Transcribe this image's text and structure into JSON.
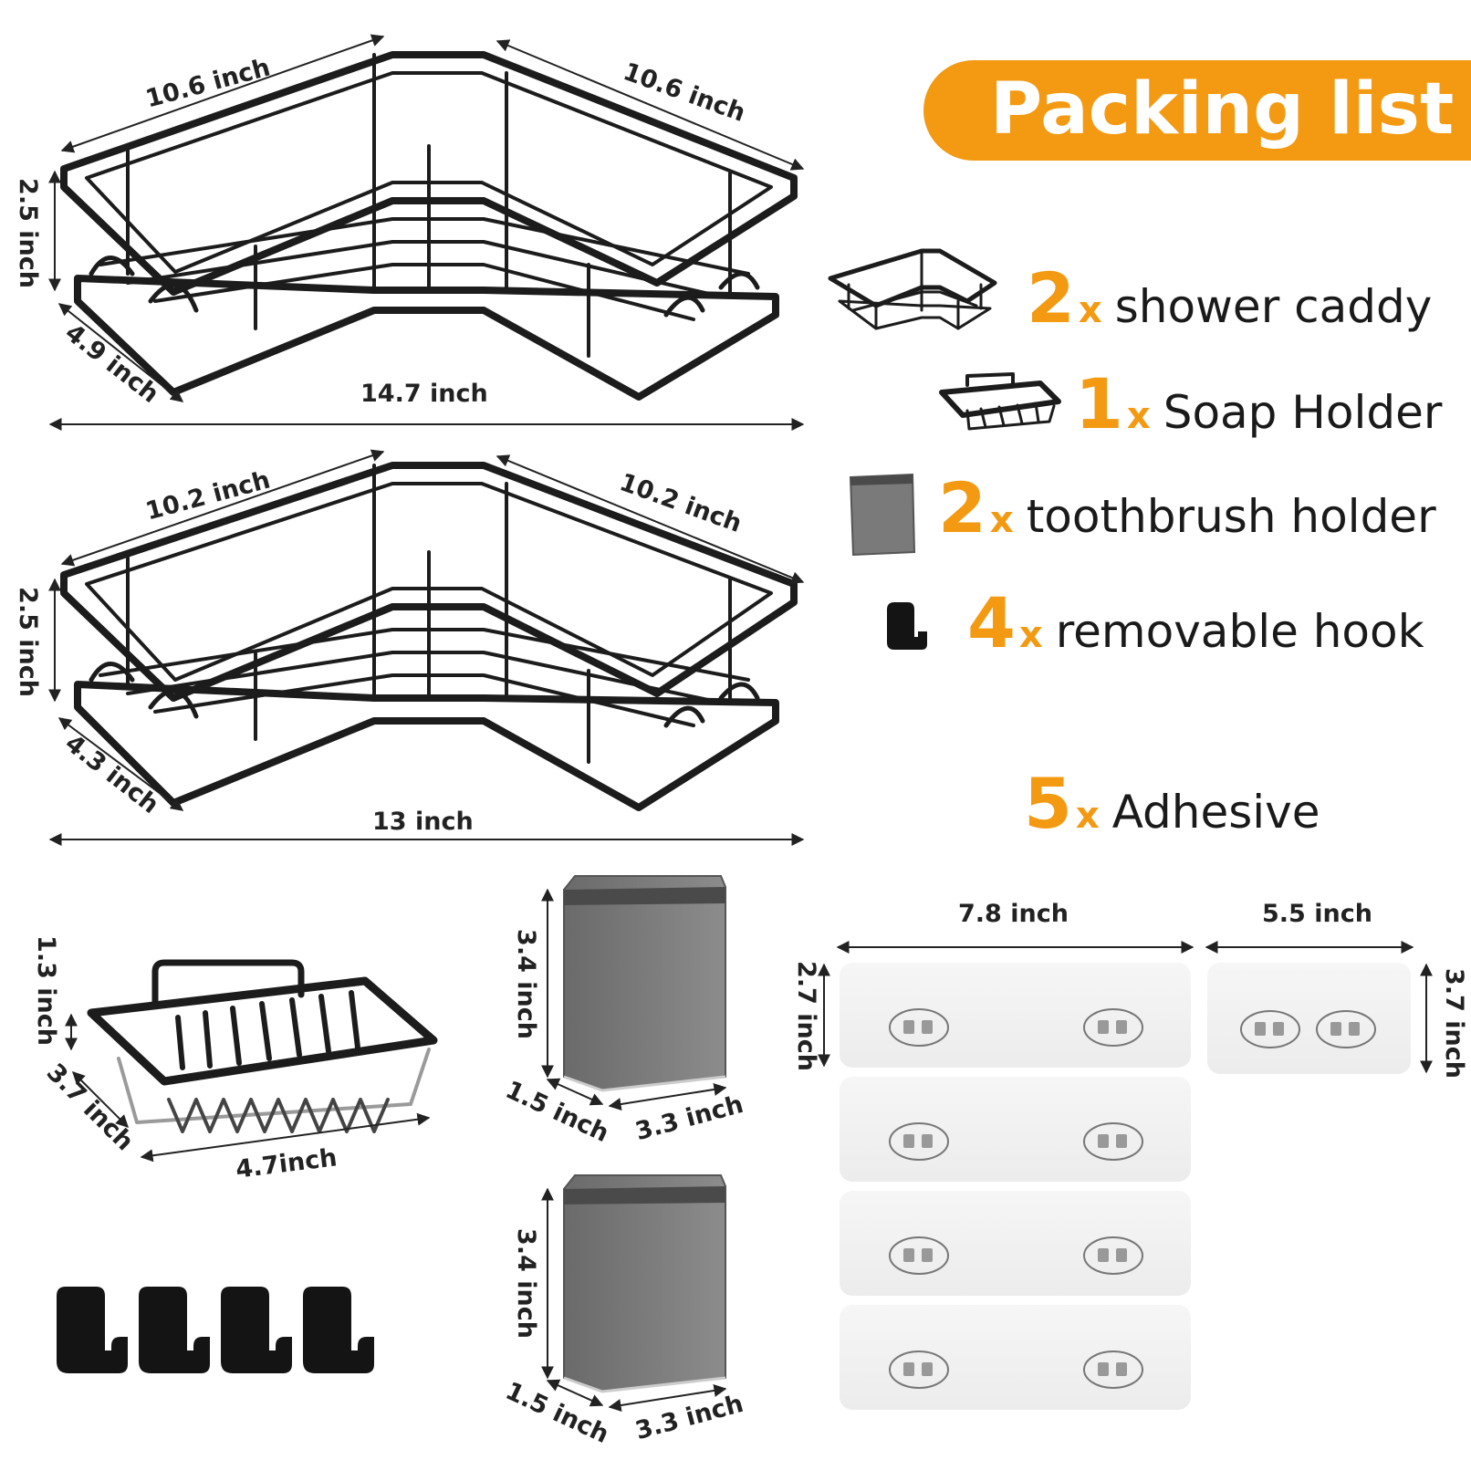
{
  "header": {
    "title": "Packing list"
  },
  "colors": {
    "accent": "#f39a12",
    "metal": "#1c1c1c",
    "text": "#1a1a1a"
  },
  "packing_list": [
    {
      "qty": "2",
      "x": "x",
      "name": "shower caddy",
      "icon": "shower-caddy-icon"
    },
    {
      "qty": "1",
      "x": "x",
      "name": "Soap Holder",
      "icon": "soap-holder-icon"
    },
    {
      "qty": "2",
      "x": "x",
      "name": "toothbrush holder",
      "icon": "toothbrush-holder-icon"
    },
    {
      "qty": "4",
      "x": "x",
      "name": "removable hook",
      "icon": "hook-icon"
    },
    {
      "qty": "5",
      "x": "x",
      "name": "Adhesive",
      "icon": ""
    }
  ],
  "caddy_large": {
    "side_left": "10.6 inch",
    "side_right": "10.6 inch",
    "height": "2.5 inch",
    "depth": "4.9 inch",
    "width": "14.7 inch"
  },
  "caddy_small": {
    "side_left": "10.2 inch",
    "side_right": "10.2 inch",
    "height": "2.5 inch",
    "depth": "4.3 inch",
    "width": "13 inch"
  },
  "soap_holder": {
    "height": "1.3 inch",
    "depth": "3.7 inch",
    "width": "4.7inch"
  },
  "toothbrush_top": {
    "height": "3.4 inch",
    "depth": "1.5 inch",
    "width": "3.3 inch"
  },
  "toothbrush_bottom": {
    "height": "3.4 inch",
    "depth": "1.5 inch",
    "width": "3.3 inch"
  },
  "adhesive_large": {
    "width": "7.8 inch",
    "height": "2.7 inch"
  },
  "adhesive_small": {
    "width": "5.5 inch",
    "height": "3.7 inch"
  }
}
